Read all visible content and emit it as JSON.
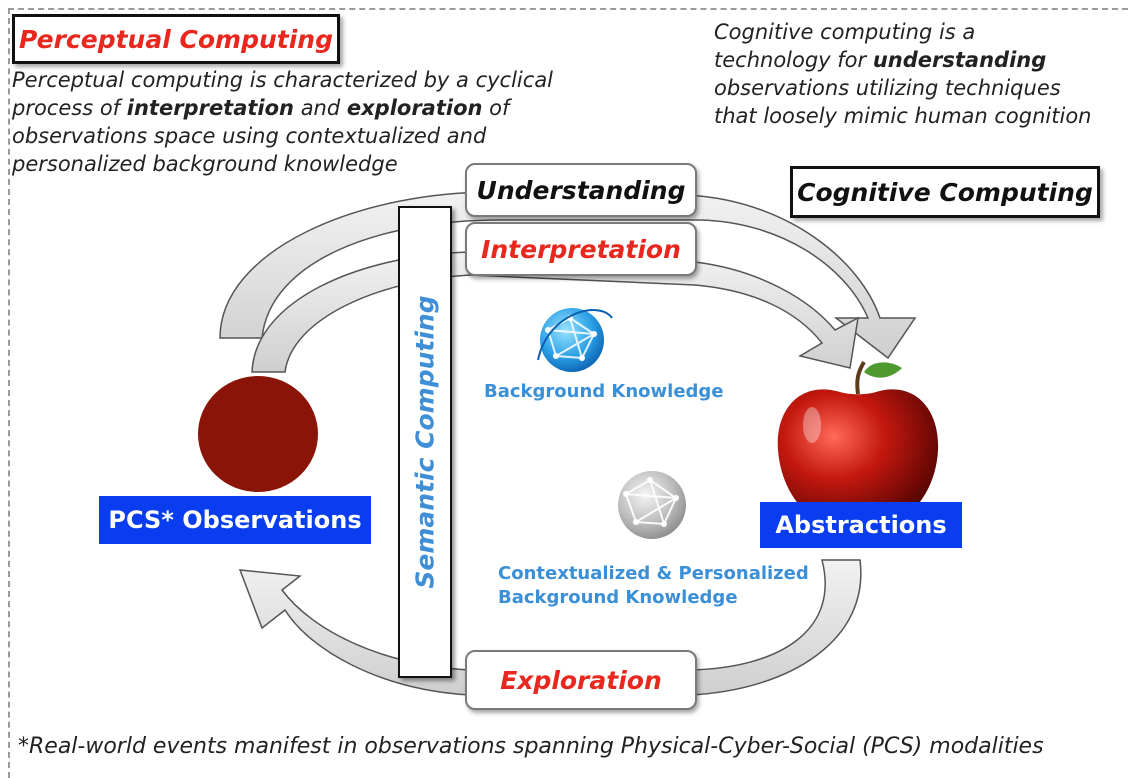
{
  "perceptual": {
    "title": "Perceptual Computing",
    "desc_line1_pre": "Perceptual computing is characterized by a cyclical",
    "desc_line2_pre": "process of ",
    "desc_line2_b1": "interpretation",
    "desc_line2_mid": " and ",
    "desc_line2_b2": "exploration",
    "desc_line2_post": " of",
    "desc_line3": "observations space using contextualized and",
    "desc_line4": "personalized background knowledge"
  },
  "cognitive": {
    "title": "Cognitive Computing",
    "desc_line1": "Cognitive computing is a",
    "desc_line2_pre": "technology for ",
    "desc_line2_b": "understanding",
    "desc_line3": "observations utilizing techniques",
    "desc_line4": "that loosely mimic human cognition"
  },
  "stages": {
    "understanding": "Understanding",
    "interpretation": "Interpretation",
    "exploration": "Exploration"
  },
  "semantic": {
    "label": "Semantic Computing"
  },
  "observations": {
    "label": "PCS* Observations",
    "color": "#8b1408"
  },
  "abstractions": {
    "label": "Abstractions"
  },
  "knowledge": {
    "background": "Background Knowledge",
    "contextual_line1": "Contextualized & Personalized",
    "contextual_line2": "Background Knowledge"
  },
  "footnote": "*Real-world events manifest in observations spanning Physical-Cyber-Social (PCS) modalities",
  "colors": {
    "title_red": "#e8281e",
    "label_blue": "#0a3df0",
    "kb_blue": "#3a8fd6",
    "arrow_fill": "#d9d9d9"
  }
}
